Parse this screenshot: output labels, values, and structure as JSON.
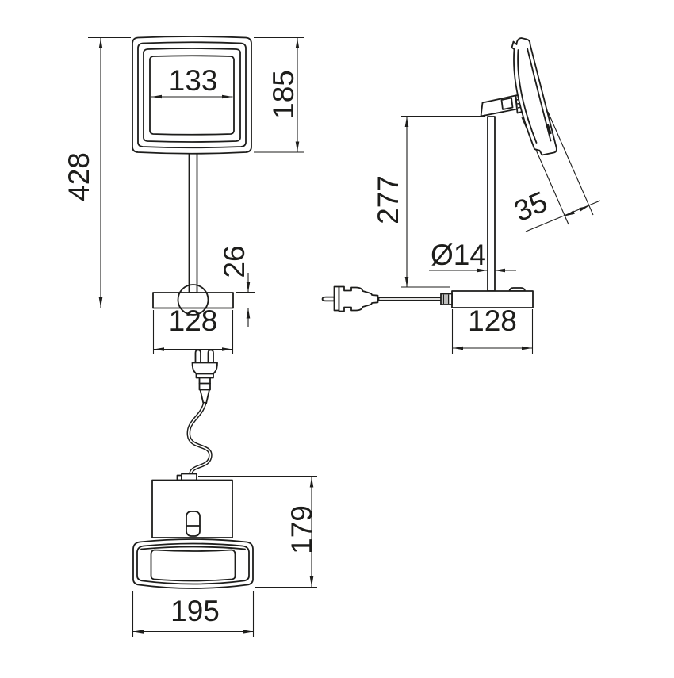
{
  "colors": {
    "line": "#1d1d1b",
    "background": "#ffffff"
  },
  "drawing": {
    "views": {
      "front": {
        "dims": {
          "total_height": "428",
          "head_height": "185",
          "mirror_width": "133",
          "base_thickness": "26",
          "base_width": "128"
        }
      },
      "side": {
        "dims": {
          "column_height": "277",
          "head_depth": "35",
          "pole_diameter": "Ø14",
          "base_depth": "128"
        }
      },
      "top": {
        "dims": {
          "overall_depth": "179",
          "head_width": "195"
        }
      }
    }
  }
}
